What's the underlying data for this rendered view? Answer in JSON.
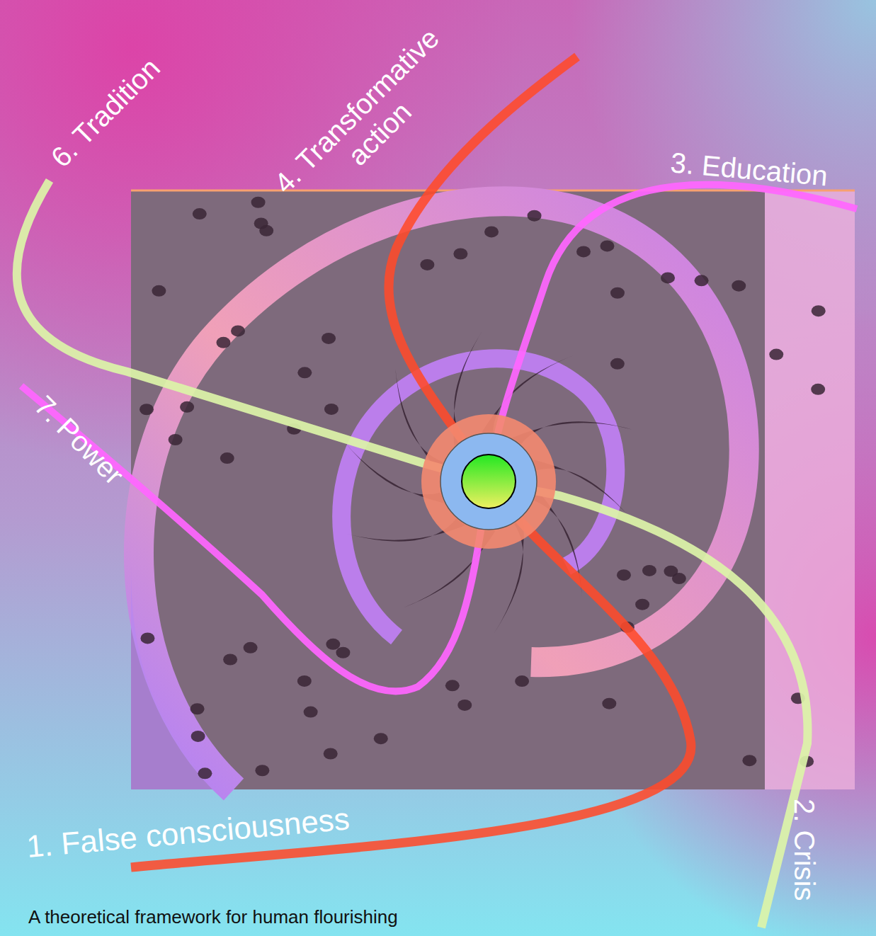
{
  "diagram": {
    "caption": "A theoretical framework for human flourishing",
    "labels": [
      "1. False consciousness",
      "2. Crisis",
      "3. Education",
      "4. Transformative action",
      "6. Tradition",
      "7. Power"
    ]
  }
}
